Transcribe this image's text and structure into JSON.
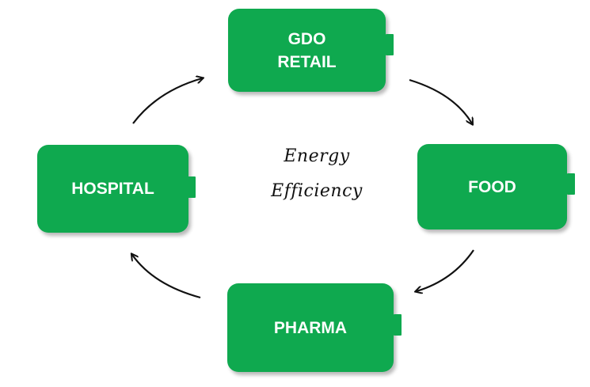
{
  "diagram": {
    "center_text": {
      "line1": "Energy",
      "line2": "Efficiency"
    },
    "nodes": [
      {
        "id": "gdo",
        "label": "GDO\nRETAIL"
      },
      {
        "id": "food",
        "label": "FOOD"
      },
      {
        "id": "pharma",
        "label": "PHARMA"
      },
      {
        "id": "hospital",
        "label": "HOSPITAL"
      }
    ],
    "edges": [
      {
        "from": "gdo",
        "to": "food"
      },
      {
        "from": "food",
        "to": "pharma"
      },
      {
        "from": "pharma",
        "to": "hospital"
      },
      {
        "from": "hospital",
        "to": "gdo"
      }
    ],
    "colors": {
      "node_fill": "#0fa94f",
      "node_text": "#ffffff",
      "arrow": "#111111"
    }
  }
}
